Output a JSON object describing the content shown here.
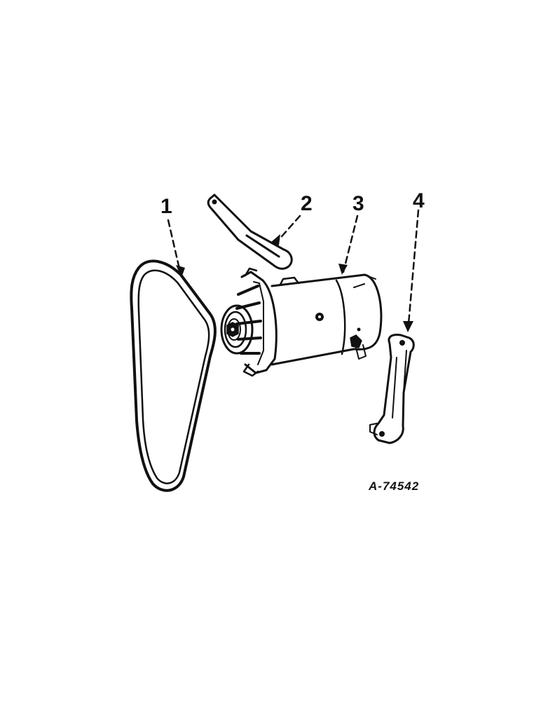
{
  "callouts": [
    {
      "label": "1",
      "part": "v-belt"
    },
    {
      "label": "2",
      "part": "adjusting-strap"
    },
    {
      "label": "3",
      "part": "generator"
    },
    {
      "label": "4",
      "part": "mounting-bracket"
    }
  ],
  "figure_id": "A-74542",
  "ink_color": "#111111",
  "paper_color": "#ffffff"
}
